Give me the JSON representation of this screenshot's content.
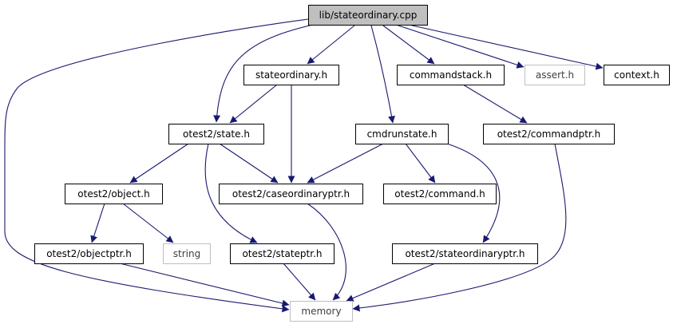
{
  "graph": {
    "colors": {
      "edge": "#191970",
      "node_border": "#000000",
      "external_border": "#bfbfbf",
      "root_fill": "#bfbfbf",
      "node_fill": "#ffffff",
      "text": "#000000",
      "external_text": "#404040"
    },
    "nodes": [
      {
        "id": "root",
        "label": "lib/stateordinary.cpp",
        "kind": "root"
      },
      {
        "id": "stateordinary_h",
        "label": "stateordinary.h",
        "kind": "internal"
      },
      {
        "id": "commandstack_h",
        "label": "commandstack.h",
        "kind": "internal"
      },
      {
        "id": "assert_h",
        "label": "assert.h",
        "kind": "external"
      },
      {
        "id": "context_h",
        "label": "context.h",
        "kind": "internal"
      },
      {
        "id": "state_h",
        "label": "otest2/state.h",
        "kind": "internal"
      },
      {
        "id": "cmdrunstate_h",
        "label": "cmdrunstate.h",
        "kind": "internal"
      },
      {
        "id": "commandptr_h",
        "label": "otest2/commandptr.h",
        "kind": "internal"
      },
      {
        "id": "object_h",
        "label": "otest2/object.h",
        "kind": "internal"
      },
      {
        "id": "caseordinaryptr_h",
        "label": "otest2/caseordinaryptr.h",
        "kind": "internal"
      },
      {
        "id": "command_h",
        "label": "otest2/command.h",
        "kind": "internal"
      },
      {
        "id": "objectptr_h",
        "label": "otest2/objectptr.h",
        "kind": "internal"
      },
      {
        "id": "string",
        "label": "string",
        "kind": "external"
      },
      {
        "id": "stateptr_h",
        "label": "otest2/stateptr.h",
        "kind": "internal"
      },
      {
        "id": "stateordinaryptr_h",
        "label": "otest2/stateordinaryptr.h",
        "kind": "internal"
      },
      {
        "id": "memory",
        "label": "memory",
        "kind": "external"
      }
    ],
    "edges": [
      {
        "from": "root",
        "to": "memory"
      },
      {
        "from": "root",
        "to": "state_h"
      },
      {
        "from": "root",
        "to": "stateordinary_h"
      },
      {
        "from": "root",
        "to": "cmdrunstate_h"
      },
      {
        "from": "root",
        "to": "commandstack_h"
      },
      {
        "from": "root",
        "to": "assert_h"
      },
      {
        "from": "root",
        "to": "context_h"
      },
      {
        "from": "stateordinary_h",
        "to": "state_h"
      },
      {
        "from": "stateordinary_h",
        "to": "caseordinaryptr_h"
      },
      {
        "from": "commandstack_h",
        "to": "commandptr_h"
      },
      {
        "from": "commandptr_h",
        "to": "memory"
      },
      {
        "from": "state_h",
        "to": "object_h"
      },
      {
        "from": "state_h",
        "to": "caseordinaryptr_h"
      },
      {
        "from": "state_h",
        "to": "stateptr_h"
      },
      {
        "from": "cmdrunstate_h",
        "to": "caseordinaryptr_h"
      },
      {
        "from": "cmdrunstate_h",
        "to": "command_h"
      },
      {
        "from": "cmdrunstate_h",
        "to": "stateordinaryptr_h"
      },
      {
        "from": "object_h",
        "to": "objectptr_h"
      },
      {
        "from": "object_h",
        "to": "string"
      },
      {
        "from": "caseordinaryptr_h",
        "to": "memory"
      },
      {
        "from": "objectptr_h",
        "to": "memory"
      },
      {
        "from": "stateptr_h",
        "to": "memory"
      },
      {
        "from": "stateordinaryptr_h",
        "to": "memory"
      }
    ]
  }
}
